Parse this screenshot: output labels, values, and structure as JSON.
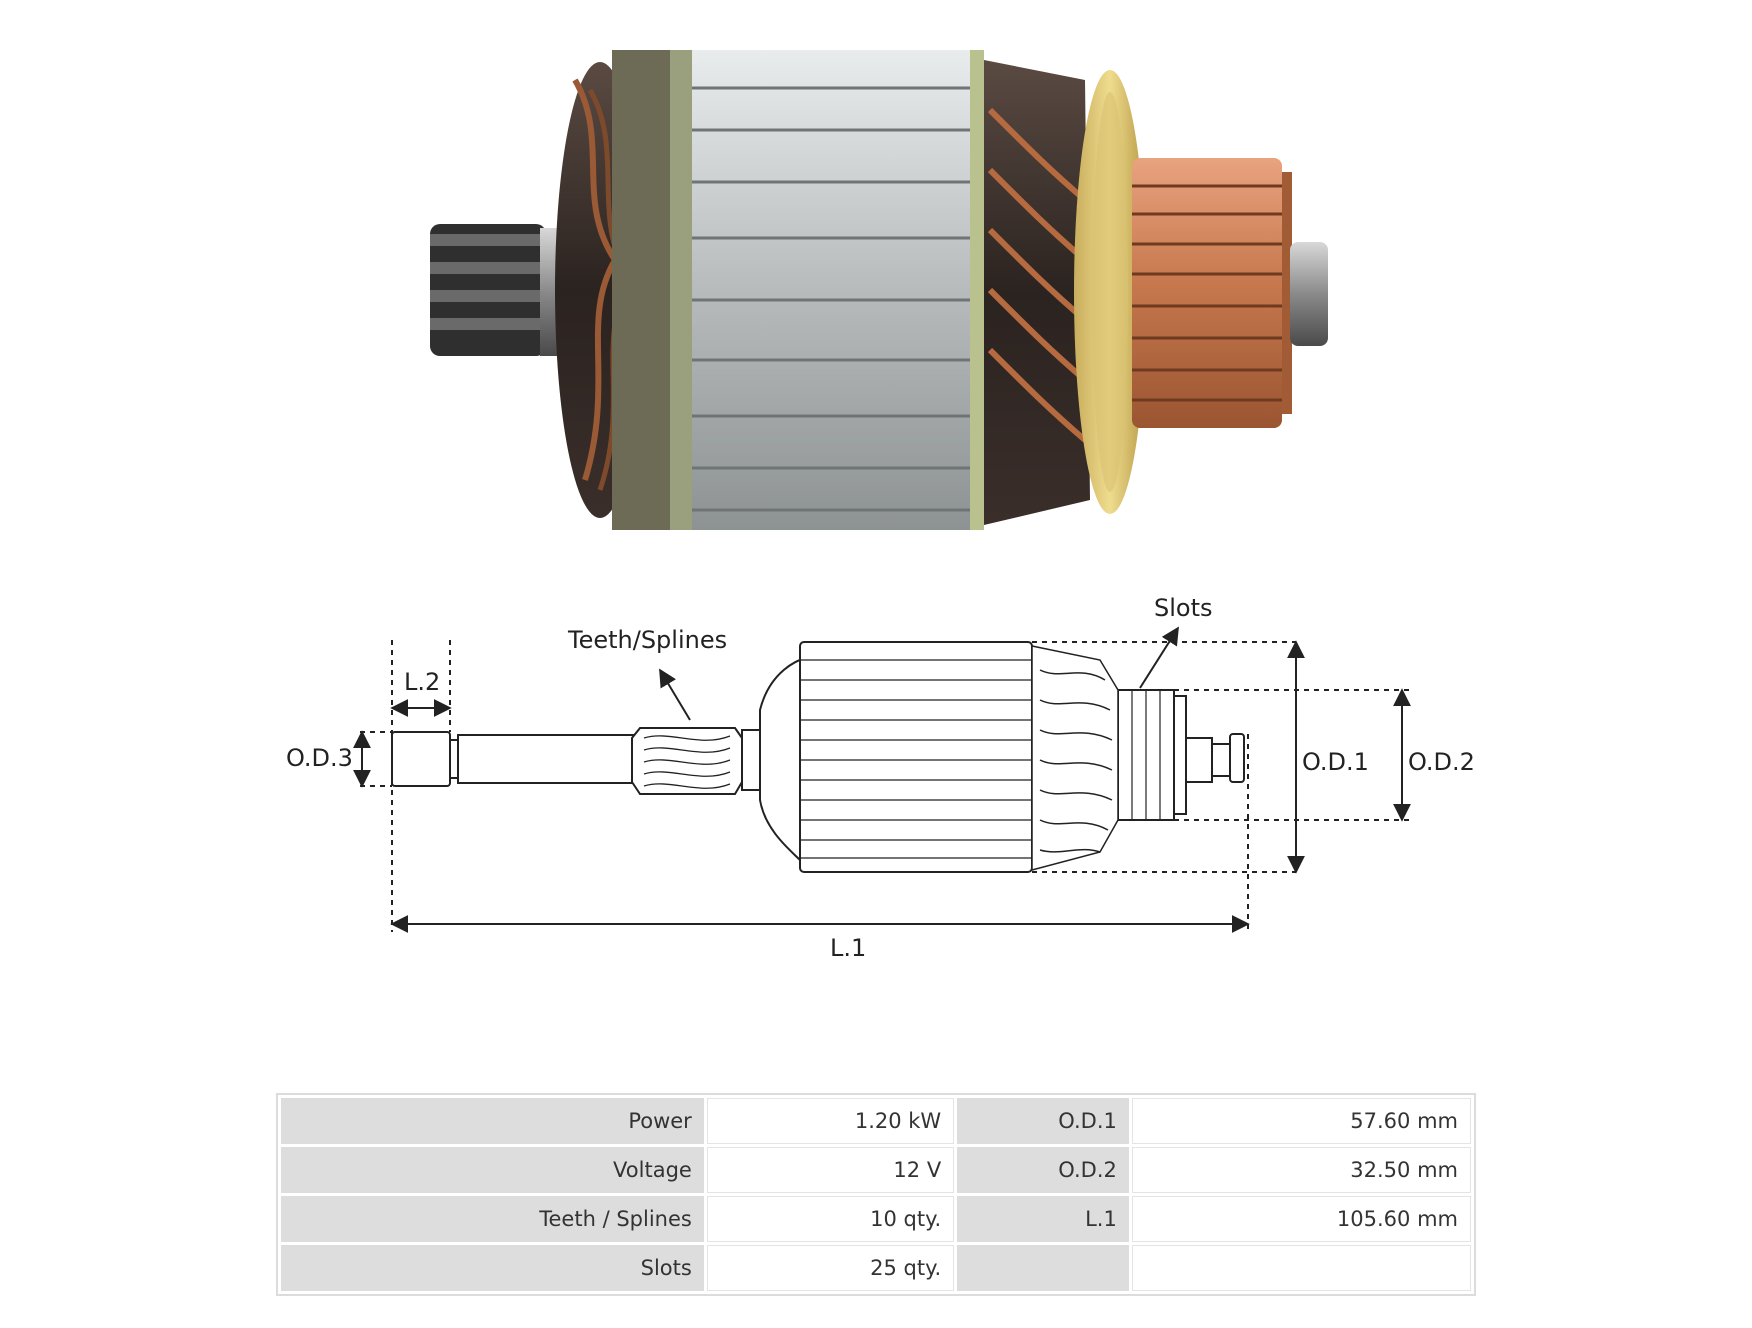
{
  "photo": {
    "alt": "Starter armature photo"
  },
  "diagram": {
    "labels": {
      "teeth_splines": "Teeth/Splines",
      "slots": "Slots",
      "l2": "L.2",
      "od3": "O.D.3",
      "od1": "O.D.1",
      "od2": "O.D.2",
      "l1": "L.1"
    }
  },
  "specs": {
    "rows": [
      {
        "label1": "Power",
        "value1": "1.20 kW",
        "label2": "O.D.1",
        "value2": "57.60 mm"
      },
      {
        "label1": "Voltage",
        "value1": "12 V",
        "label2": "O.D.2",
        "value2": "32.50 mm"
      },
      {
        "label1": "Teeth / Splines",
        "value1": "10 qty.",
        "label2": "L.1",
        "value2": "105.60 mm"
      },
      {
        "label1": "Slots",
        "value1": "25 qty.",
        "label2": "",
        "value2": ""
      }
    ]
  },
  "colors": {
    "copper": "#c8794e",
    "insulator": "#e8d27a",
    "steel": "#b9bcbd",
    "line": "#222222",
    "table_label_bg": "#dddddd"
  }
}
